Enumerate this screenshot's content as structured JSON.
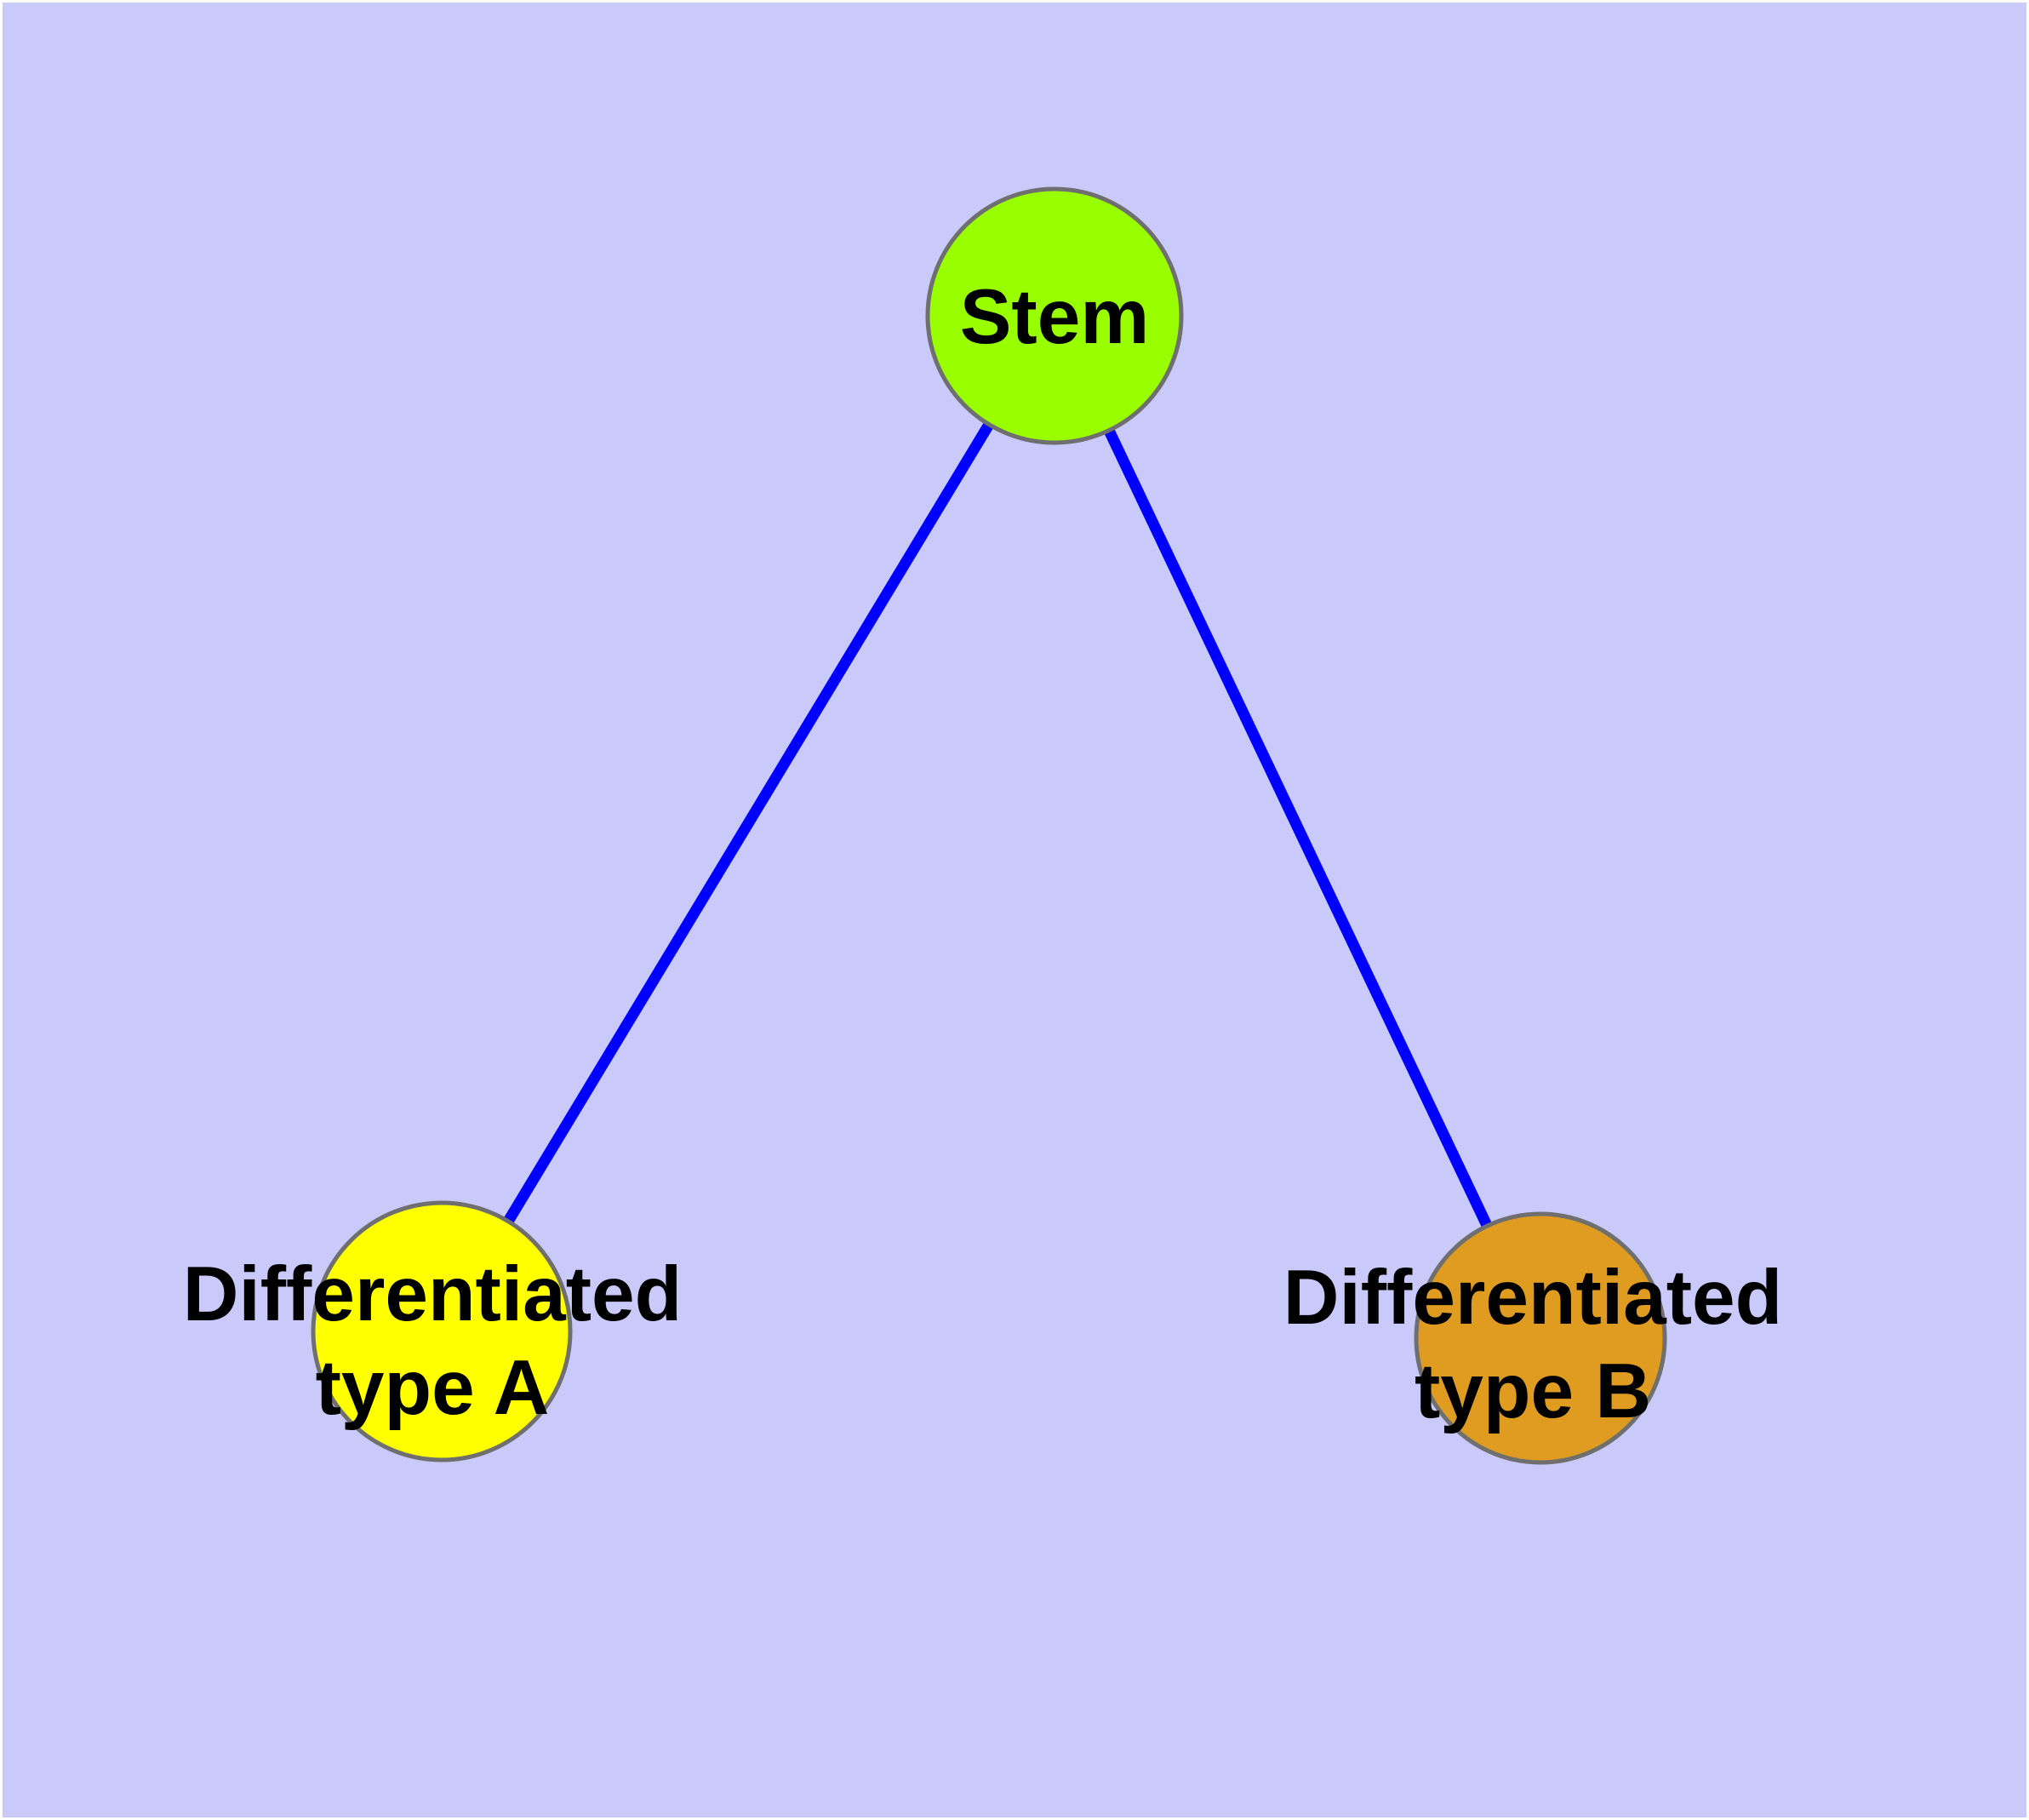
{
  "diagram": {
    "background_color": "#C9C9FA",
    "margin_color": "#FFFFFF",
    "text_color": "#000000",
    "node_border_color": "#6F6F6F",
    "edge_color": "#0000FF",
    "nodes": [
      {
        "id": "stem",
        "label": "Stem",
        "label_lines": [
          "Stem"
        ],
        "fill": "#99FE00"
      },
      {
        "id": "differentiated-type-a",
        "label": "Differentiated type A",
        "label_lines": [
          "Differentiated",
          "type A"
        ],
        "fill": "#FFFF00"
      },
      {
        "id": "differentiated-type-b",
        "label": "Differentiated type B",
        "label_lines": [
          "Differentiated",
          "type B"
        ],
        "fill": "#E09C20"
      }
    ],
    "edges": [
      {
        "from": "stem",
        "to": "differentiated-type-a"
      },
      {
        "from": "stem",
        "to": "differentiated-type-b"
      }
    ]
  }
}
